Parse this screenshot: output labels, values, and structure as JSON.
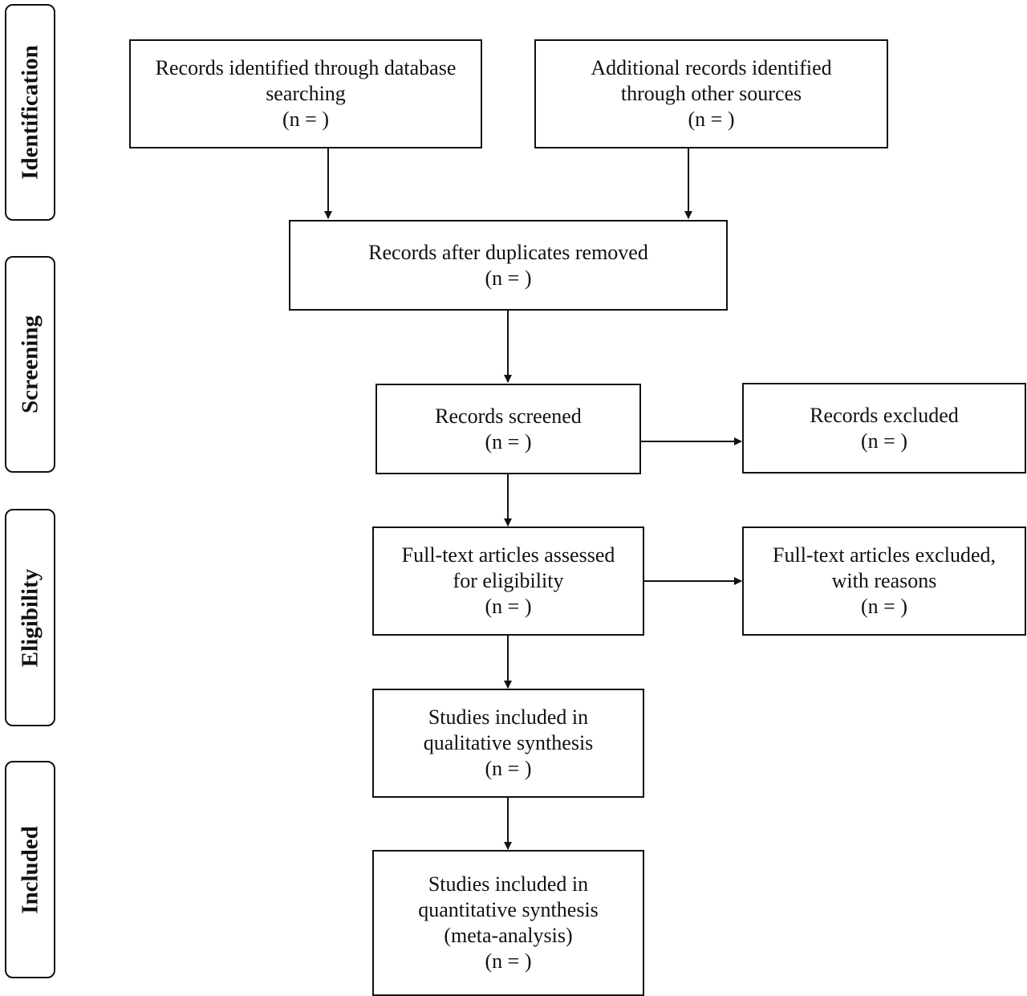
{
  "phases": {
    "identification": "Identification",
    "screening": "Screening",
    "eligibility": "Eligibility",
    "included": "Included"
  },
  "boxes": {
    "database": {
      "lines": [
        "Records identified through database",
        "searching",
        "(n =    )"
      ]
    },
    "other_sources": {
      "lines": [
        "Additional records identified",
        "through other sources",
        "(n =    )"
      ]
    },
    "duplicates_removed": {
      "lines": [
        "Records after duplicates removed",
        "(n =    )"
      ]
    },
    "screened": {
      "lines": [
        "Records screened",
        "(n =    )"
      ]
    },
    "excluded": {
      "lines": [
        "Records excluded",
        "(n =    )"
      ]
    },
    "fulltext_assessed": {
      "lines": [
        "Full-text articles assessed",
        "for eligibility",
        "(n =    )"
      ]
    },
    "fulltext_excluded": {
      "lines": [
        "Full-text articles excluded,",
        "with reasons",
        "(n =    )"
      ]
    },
    "qualitative": {
      "lines": [
        "Studies included in",
        "qualitative synthesis",
        "(n =    )"
      ]
    },
    "quantitative": {
      "lines": [
        "Studies included in",
        "quantitative synthesis",
        "(meta-analysis)",
        "(n =    )"
      ]
    }
  }
}
